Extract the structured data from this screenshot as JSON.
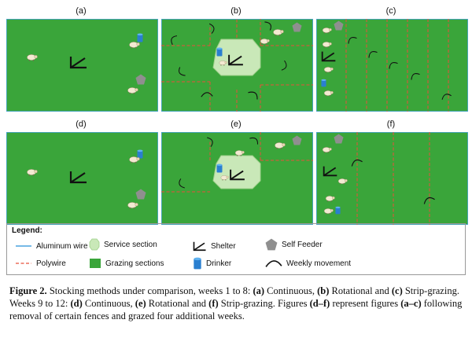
{
  "panels": [
    {
      "id": "a",
      "label": "(a)"
    },
    {
      "id": "b",
      "label": "(b)"
    },
    {
      "id": "c",
      "label": "(c)"
    },
    {
      "id": "d",
      "label": "(d)"
    },
    {
      "id": "e",
      "label": "(e)"
    },
    {
      "id": "f",
      "label": "(f)"
    }
  ],
  "legend": {
    "title": "Legend:",
    "aluminum_wire": "Aluminum wire",
    "service_section": "Service section",
    "shelter": "Shelter",
    "self_feeder": "Self Feeder",
    "polywire": "Polywire",
    "grazing_sections": "Grazing sections",
    "drinker": "Drinker",
    "weekly_movement": "Weekly movement"
  },
  "colors": {
    "grass": "#3aa53a",
    "aluminum_wire": "#4aa3df",
    "polywire": "#e8503a",
    "service_section": "#c9e8b8",
    "drinker": "#2a7fd0",
    "feeder": "#8f8f8f"
  },
  "caption": {
    "fig": "Figure 2.",
    "t1": " Stocking methods under comparison, weeks 1 to 8: ",
    "a": "(a)",
    "t2": " Continuous, ",
    "b": "(b)",
    "t3": " Rotational and ",
    "c": "(c)",
    "t4": " Strip-grazing. Weeks 9 to 12: ",
    "d": "(d)",
    "t5": " Continuous, ",
    "e": "(e)",
    "t6": " Rotational and ",
    "f": "(f)",
    "t7": " Strip-grazing. Figures ",
    "df": "(d–f)",
    "t8": " represent figures ",
    "ac": "(a–c)",
    "t9": " following removal of certain fences and grazed four additional weeks."
  }
}
